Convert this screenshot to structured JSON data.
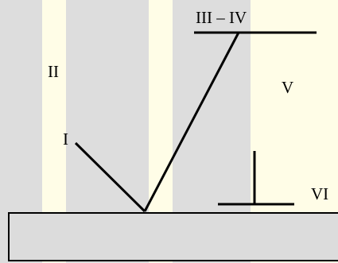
{
  "colors": {
    "gray_band": "#dddddd",
    "cream_band": "#fffde7",
    "line": "#000000",
    "base_fill": "#dcdcdc"
  },
  "labels": {
    "region_1": "I",
    "region_2": "II",
    "region_3_4": "III – IV",
    "region_5": "V",
    "region_6": "VI"
  }
}
